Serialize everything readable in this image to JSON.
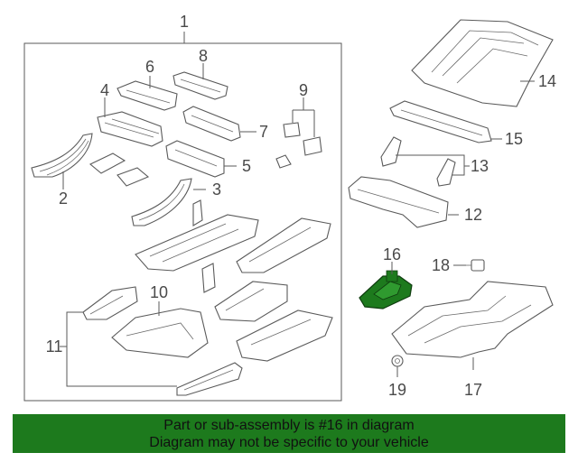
{
  "callouts": {
    "c1": "1",
    "c2": "2",
    "c3": "3",
    "c4": "4",
    "c5": "5",
    "c6": "6",
    "c7": "7",
    "c8": "8",
    "c9": "9",
    "c10": "10",
    "c11": "11",
    "c12": "12",
    "c13": "13",
    "c14": "14",
    "c15": "15",
    "c16": "16",
    "c17": "17",
    "c18": "18",
    "c19": "19"
  },
  "highlight": {
    "part": "16",
    "color": "#1d7a1d"
  },
  "banner": {
    "line1": "Part or sub-assembly is #16 in diagram",
    "line2": "Diagram may not be specific to your vehicle",
    "color": "#1d7a1d"
  }
}
